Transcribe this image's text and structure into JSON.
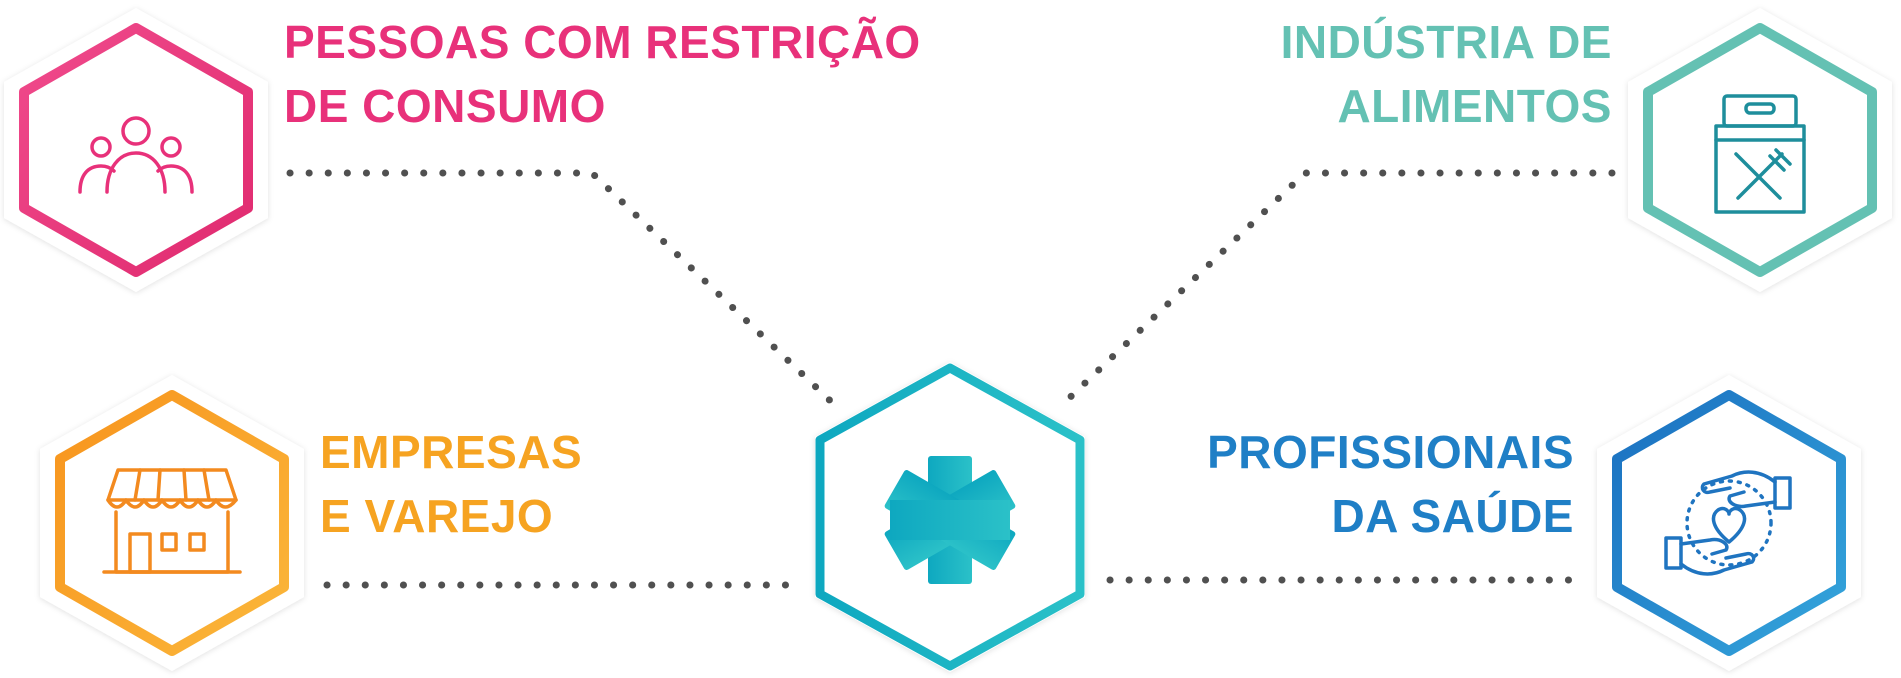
{
  "colors": {
    "consumers": "#e8317a",
    "industry": "#64c1b3",
    "retail": "#f6a321",
    "health": "#1f7fc6",
    "center": "#19b3c4",
    "connector": "#505050"
  },
  "nodes": {
    "consumers": {
      "line1": "PESSOAS COM RESTRIÇÃO",
      "line2": "DE CONSUMO",
      "icon": "people-group-icon"
    },
    "industry": {
      "line1": "INDÚSTRIA DE",
      "line2": "ALIMENTOS",
      "icon": "food-package-icon"
    },
    "retail": {
      "line1": "EMPRESAS",
      "line2": "E VAREJO",
      "icon": "storefront-icon"
    },
    "health": {
      "line1": "PROFISSIONAIS",
      "line2": "DA SAÚDE",
      "icon": "caring-hands-heart-icon"
    },
    "center": {
      "icon": "asterisk-star-icon"
    }
  }
}
